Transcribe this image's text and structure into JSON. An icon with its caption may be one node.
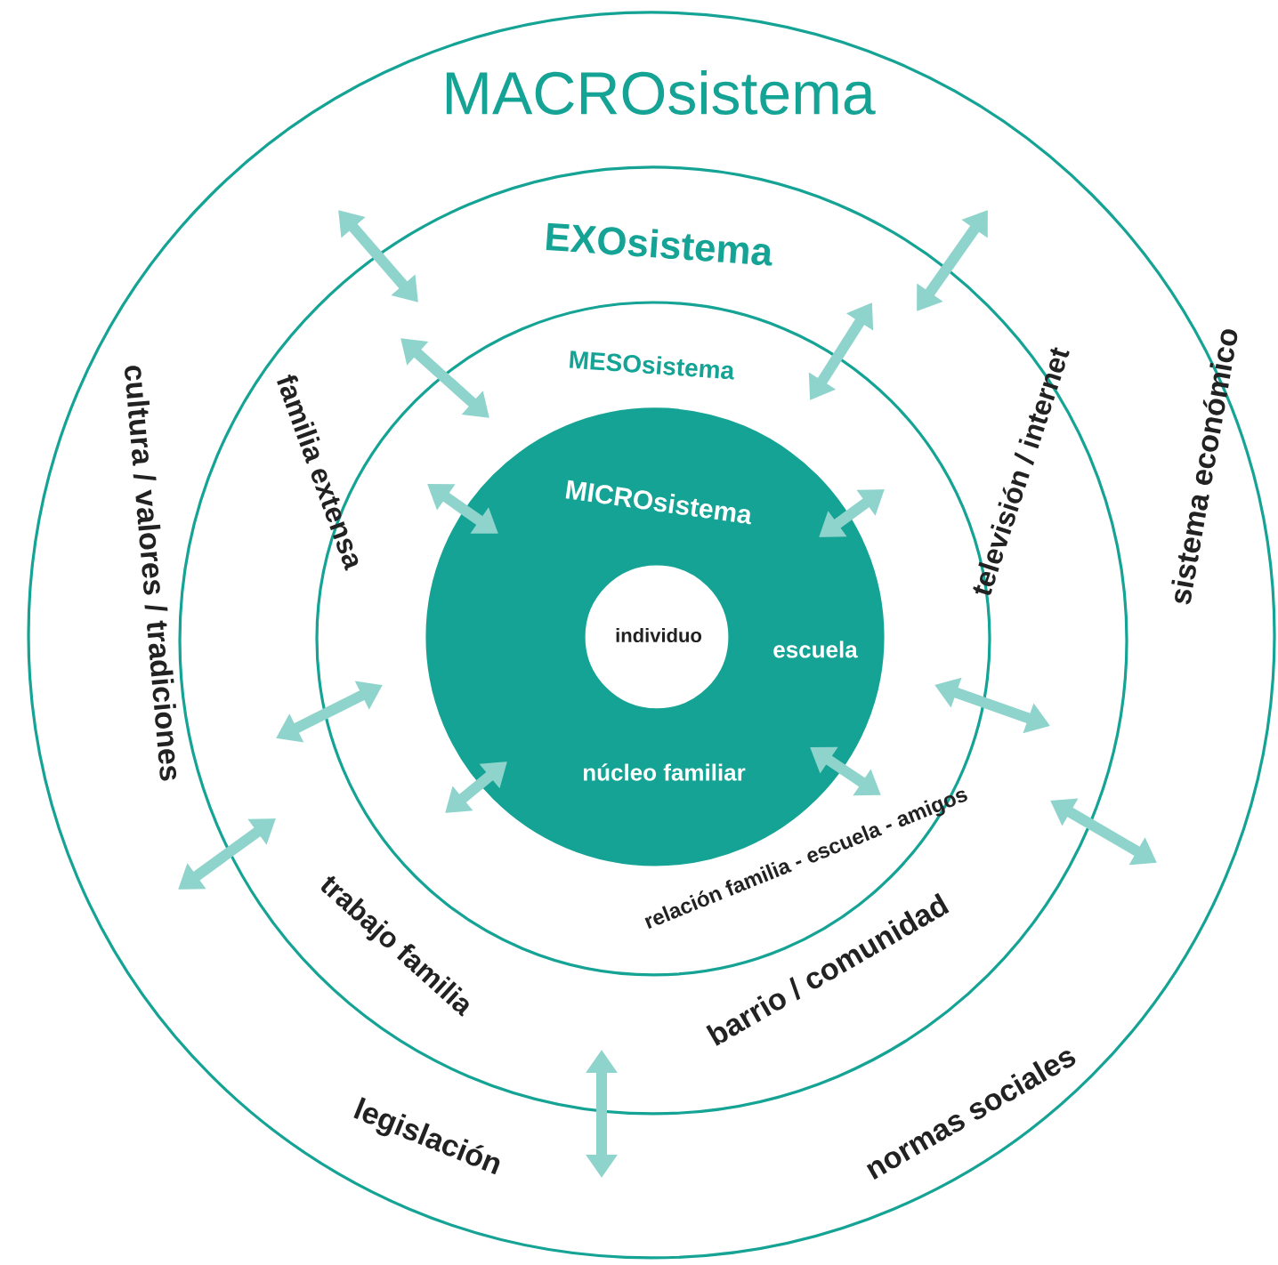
{
  "diagram": {
    "nodes": [
      {
        "text": [
          "MACROsistema",
          "cultura / valores / tradiciones",
          "sistema económico",
          "legislación",
          "normas sociales"
        ]
      },
      {
        "text": [
          "EXOsistema",
          "familia extensa",
          "televisión / internet",
          "trabajo familia",
          "barrio / comunidad"
        ],
        "in": 0
      },
      {
        "text": [
          "MESOsistema",
          "relación familia - escuela - amigos"
        ],
        "in": 1
      },
      {
        "text": [
          "MICROsistema",
          "escuela",
          "núcleo familiar"
        ],
        "in": 2
      },
      {
        "text": [
          "individuo"
        ],
        "in": 3
      }
    ]
  }
}
